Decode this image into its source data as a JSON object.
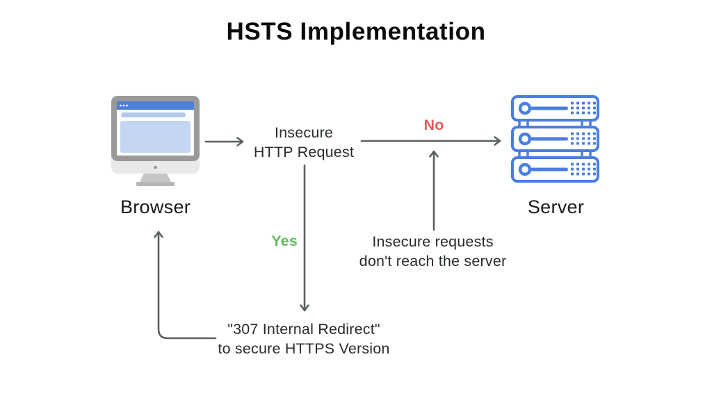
{
  "title": "HSTS Implementation",
  "nodes": {
    "browser": {
      "label": "Browser",
      "icon": "monitor-browser-icon"
    },
    "server": {
      "label": "Server",
      "icon": "server-rack-icon"
    }
  },
  "flow": {
    "insecure_request_label": "Insecure\nHTTP Request",
    "no_label": "No",
    "yes_label": "Yes",
    "blocked_note": "Insecure requests\ndon't reach the server",
    "redirect_note": "\"307 Internal Redirect\"\nto secure HTTPS Version"
  },
  "colors": {
    "no_red": "#e15c5c",
    "yes_green": "#64bb5e",
    "server_blue": "#4b7ee0",
    "arrow_gray": "#596060",
    "monitor_frame_gray": "#9a9a9a",
    "monitor_chrome_blue": "#4d80d8",
    "monitor_screen_blue": "#c5d6f4",
    "text_dark": "#272c2c"
  }
}
